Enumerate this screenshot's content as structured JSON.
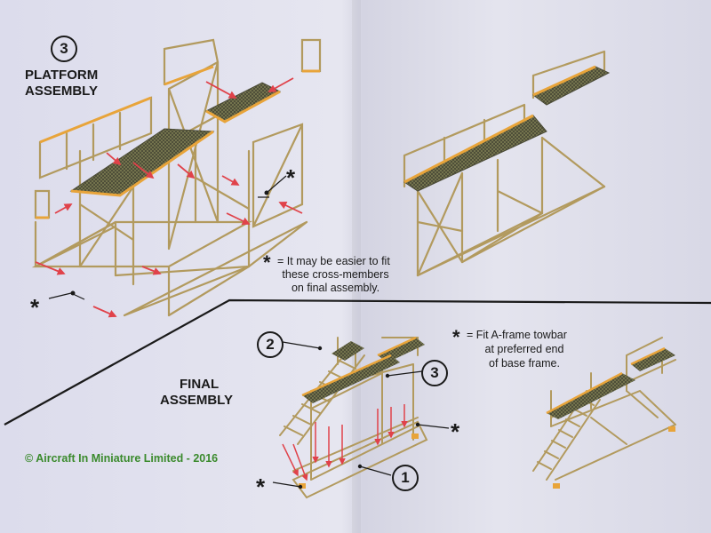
{
  "platform_section": {
    "step_number": "3",
    "title_line1": "PLATFORM",
    "title_line2": "ASSEMBLY"
  },
  "cross_member_note": {
    "symbol": "*",
    "line1": "= It may be easier to fit",
    "line2": "these cross-members",
    "line3": "on final assembly."
  },
  "final_section": {
    "title_line1": "FINAL",
    "title_line2": "ASSEMBLY",
    "part_labels": [
      "1",
      "2",
      "3"
    ]
  },
  "towbar_note": {
    "symbol": "*",
    "line1": "= Fit A-frame towbar",
    "line2": "at preferred end",
    "line3": "of base frame."
  },
  "star_callouts": [
    "*",
    "*",
    "*"
  ],
  "copyright": "© Aircraft In Miniature Limited - 2016",
  "colors": {
    "frame": "#b29a5e",
    "frame_dark": "#6e5a2e",
    "deck": "#4a4a36",
    "edge": "#e8a43a",
    "arrow": "#e0424a",
    "text_green": "#3a8a2c"
  }
}
